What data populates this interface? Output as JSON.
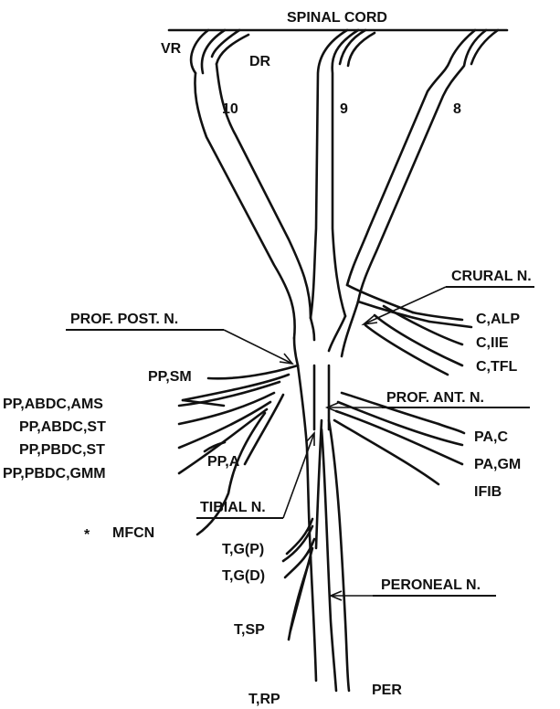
{
  "labels": {
    "spinal_cord": "SPINAL CORD",
    "vr": "VR",
    "dr": "DR",
    "n10": "10",
    "n9": "9",
    "n8": "8",
    "crural": "CRURAL N.",
    "c_alp": "C,ALP",
    "c_iie": "C,IIE",
    "c_tfl": "C,TFL",
    "prof_post": "PROF. POST. N.",
    "pp_sm": "PP,SM",
    "pp_abdc_ams": "PP,ABDC,AMS",
    "pp_abdc_st": "PP,ABDC,ST",
    "pp_pbdc_st": "PP,PBDC,ST",
    "pp_pbdc_gmm": "PP,PBDC,GMM",
    "pp_a": "PP,A",
    "mfcn_star": "*",
    "mfcn": "MFCN",
    "prof_ant": "PROF. ANT. N.",
    "pa_c": "PA,C",
    "pa_gm": "PA,GM",
    "ifib": "IFIB",
    "tibial": "TIBIAL N.",
    "t_gp": "T,G(P)",
    "t_gd": "T,G(D)",
    "t_sp": "T,SP",
    "t_rp": "T,RP",
    "peroneal": "PERONEAL N.",
    "per": "PER"
  }
}
